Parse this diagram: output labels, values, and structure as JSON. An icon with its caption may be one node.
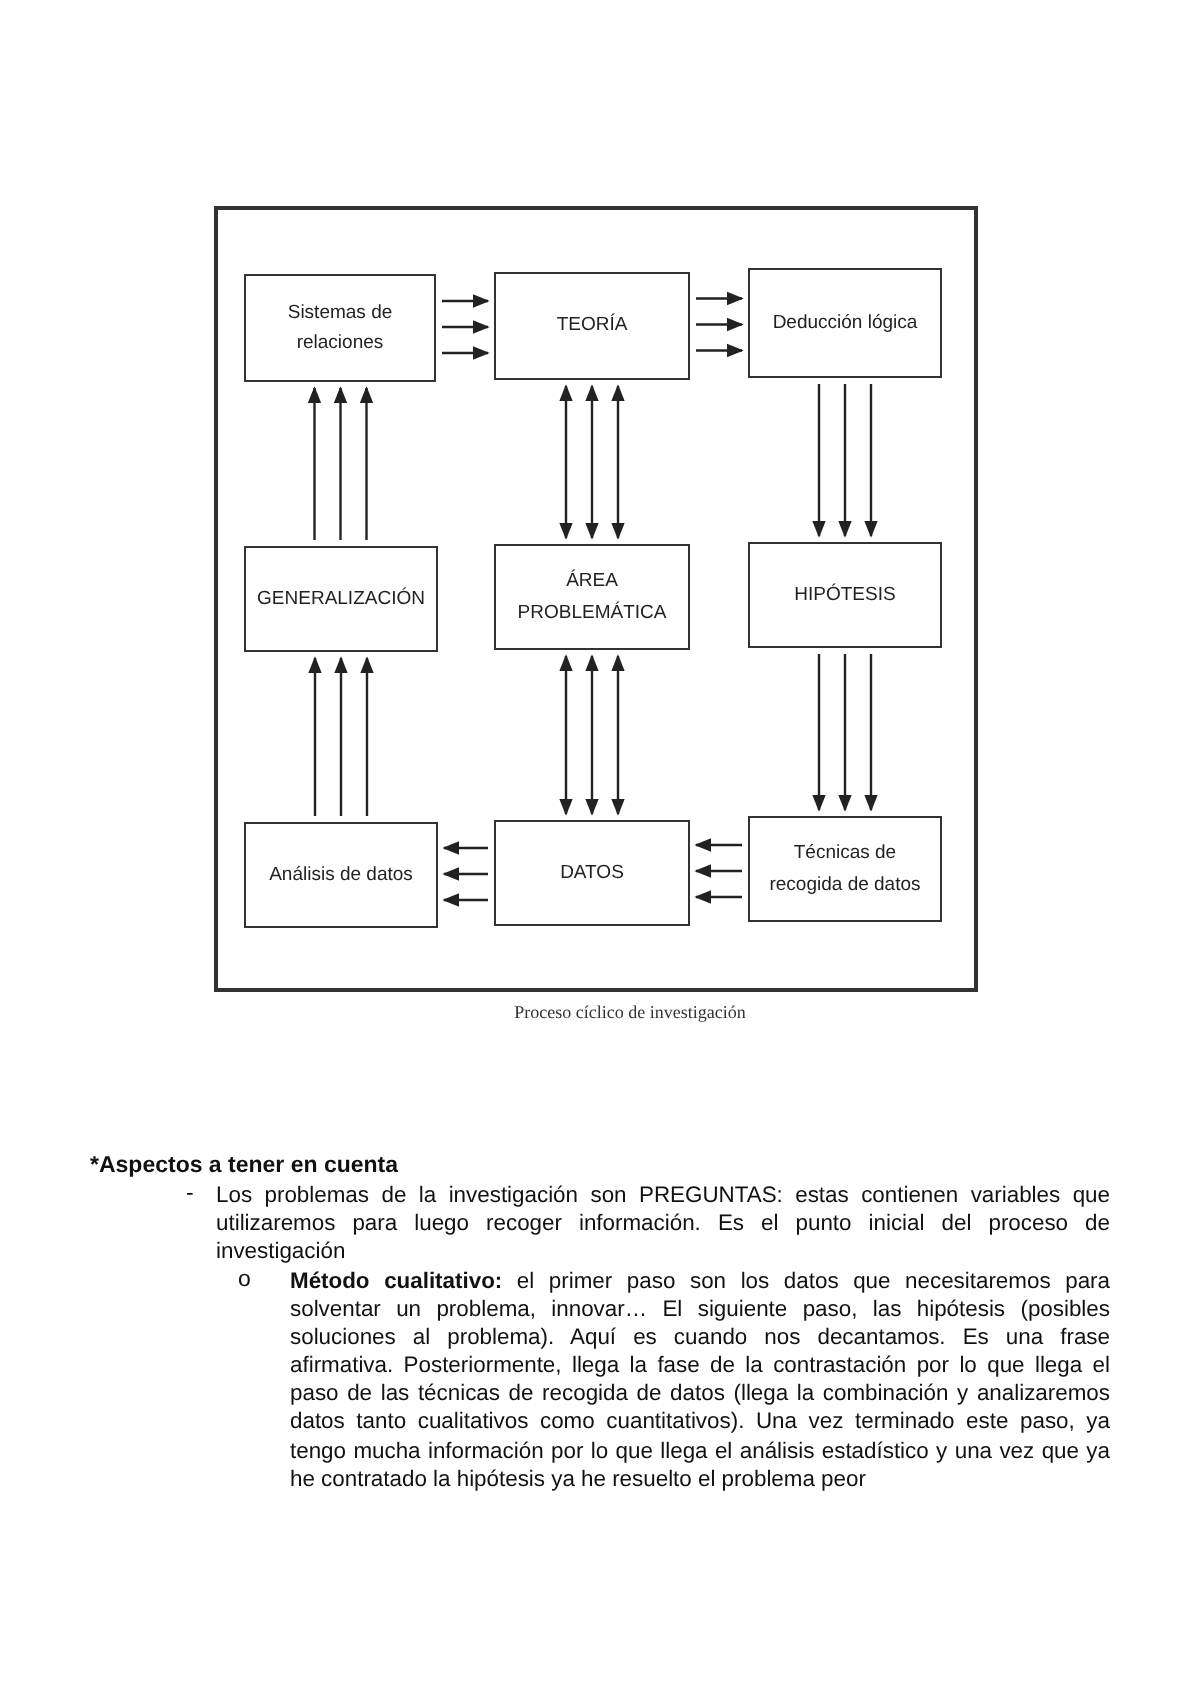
{
  "diagram": {
    "caption": "Proceso cíclico de investigación",
    "nodes": [
      {
        "text": [
          "Sistemas de relaciones"
        ]
      },
      {
        "text": [
          "TEORÍA"
        ]
      },
      {
        "text": [
          "Deducción lógica"
        ]
      },
      {
        "text": [
          "GENERALIZACIÓN"
        ]
      },
      {
        "text": [
          "ÁREA PROBLEMÁTICA"
        ]
      },
      {
        "text": [
          "HIPÓTESIS"
        ]
      },
      {
        "text": [
          "Análisis de datos"
        ]
      },
      {
        "text": [
          "DATOS"
        ]
      },
      {
        "text": [
          "Técnicas de recogida de datos"
        ]
      }
    ],
    "edges": [
      {
        "from": 0,
        "to": 1,
        "arrow": "to"
      },
      {
        "from": 0,
        "to": 1,
        "arrow": "to"
      },
      {
        "from": 0,
        "to": 1,
        "arrow": "to"
      },
      {
        "from": 1,
        "to": 2,
        "arrow": "to"
      },
      {
        "from": 1,
        "to": 2,
        "arrow": "to"
      },
      {
        "from": 1,
        "to": 2,
        "arrow": "to"
      },
      {
        "from": 3,
        "to": 0,
        "arrow": "to"
      },
      {
        "from": 3,
        "to": 0,
        "arrow": "to"
      },
      {
        "from": 3,
        "to": 0,
        "arrow": "to"
      },
      {
        "from": 1,
        "to": 4,
        "arrow": "both"
      },
      {
        "from": 1,
        "to": 4,
        "arrow": "both"
      },
      {
        "from": 1,
        "to": 4,
        "arrow": "both"
      },
      {
        "from": 2,
        "to": 5,
        "arrow": "to"
      },
      {
        "from": 2,
        "to": 5,
        "arrow": "to"
      },
      {
        "from": 2,
        "to": 5,
        "arrow": "to"
      },
      {
        "from": 6,
        "to": 3,
        "arrow": "to"
      },
      {
        "from": 6,
        "to": 3,
        "arrow": "to"
      },
      {
        "from": 6,
        "to": 3,
        "arrow": "to"
      },
      {
        "from": 4,
        "to": 7,
        "arrow": "both"
      },
      {
        "from": 4,
        "to": 7,
        "arrow": "both"
      },
      {
        "from": 4,
        "to": 7,
        "arrow": "both"
      },
      {
        "from": 5,
        "to": 8,
        "arrow": "to"
      },
      {
        "from": 5,
        "to": 8,
        "arrow": "to"
      },
      {
        "from": 5,
        "to": 8,
        "arrow": "to"
      },
      {
        "from": 7,
        "to": 6,
        "arrow": "to"
      },
      {
        "from": 7,
        "to": 6,
        "arrow": "to"
      },
      {
        "from": 7,
        "to": 6,
        "arrow": "to"
      },
      {
        "from": 8,
        "to": 7,
        "arrow": "to"
      },
      {
        "from": 8,
        "to": 7,
        "arrow": "to"
      },
      {
        "from": 8,
        "to": 7,
        "arrow": "to"
      }
    ],
    "labels": [
      "*Aspectos a tener en cuenta",
      "-",
      "Los problemas de la investigación son PREGUNTAS: estas contienen variables que utilizaremos para luego recoger información. Es el punto inicial del proceso de investigación",
      "o",
      "**Método cualitativo:** el primer paso son los datos que necesitaremos para solventar un problema, innovar… El siguiente paso, las hipótesis (posibles soluciones al problema). Aquí es cuando nos decantamos. Es una frase afirmativa. Posteriormente, llega la fase de la contrastación por lo que llega el paso de las técnicas de recogida de datos (llega la combinación y analizaremos datos tanto cualitativos como cuantitativos). Una vez terminado este paso, ya tengo mucha información por lo que llega el análisis estadístico y una vez que ya he contratado la hipótesis ya he resuelto el problema peor"
    ]
  }
}
